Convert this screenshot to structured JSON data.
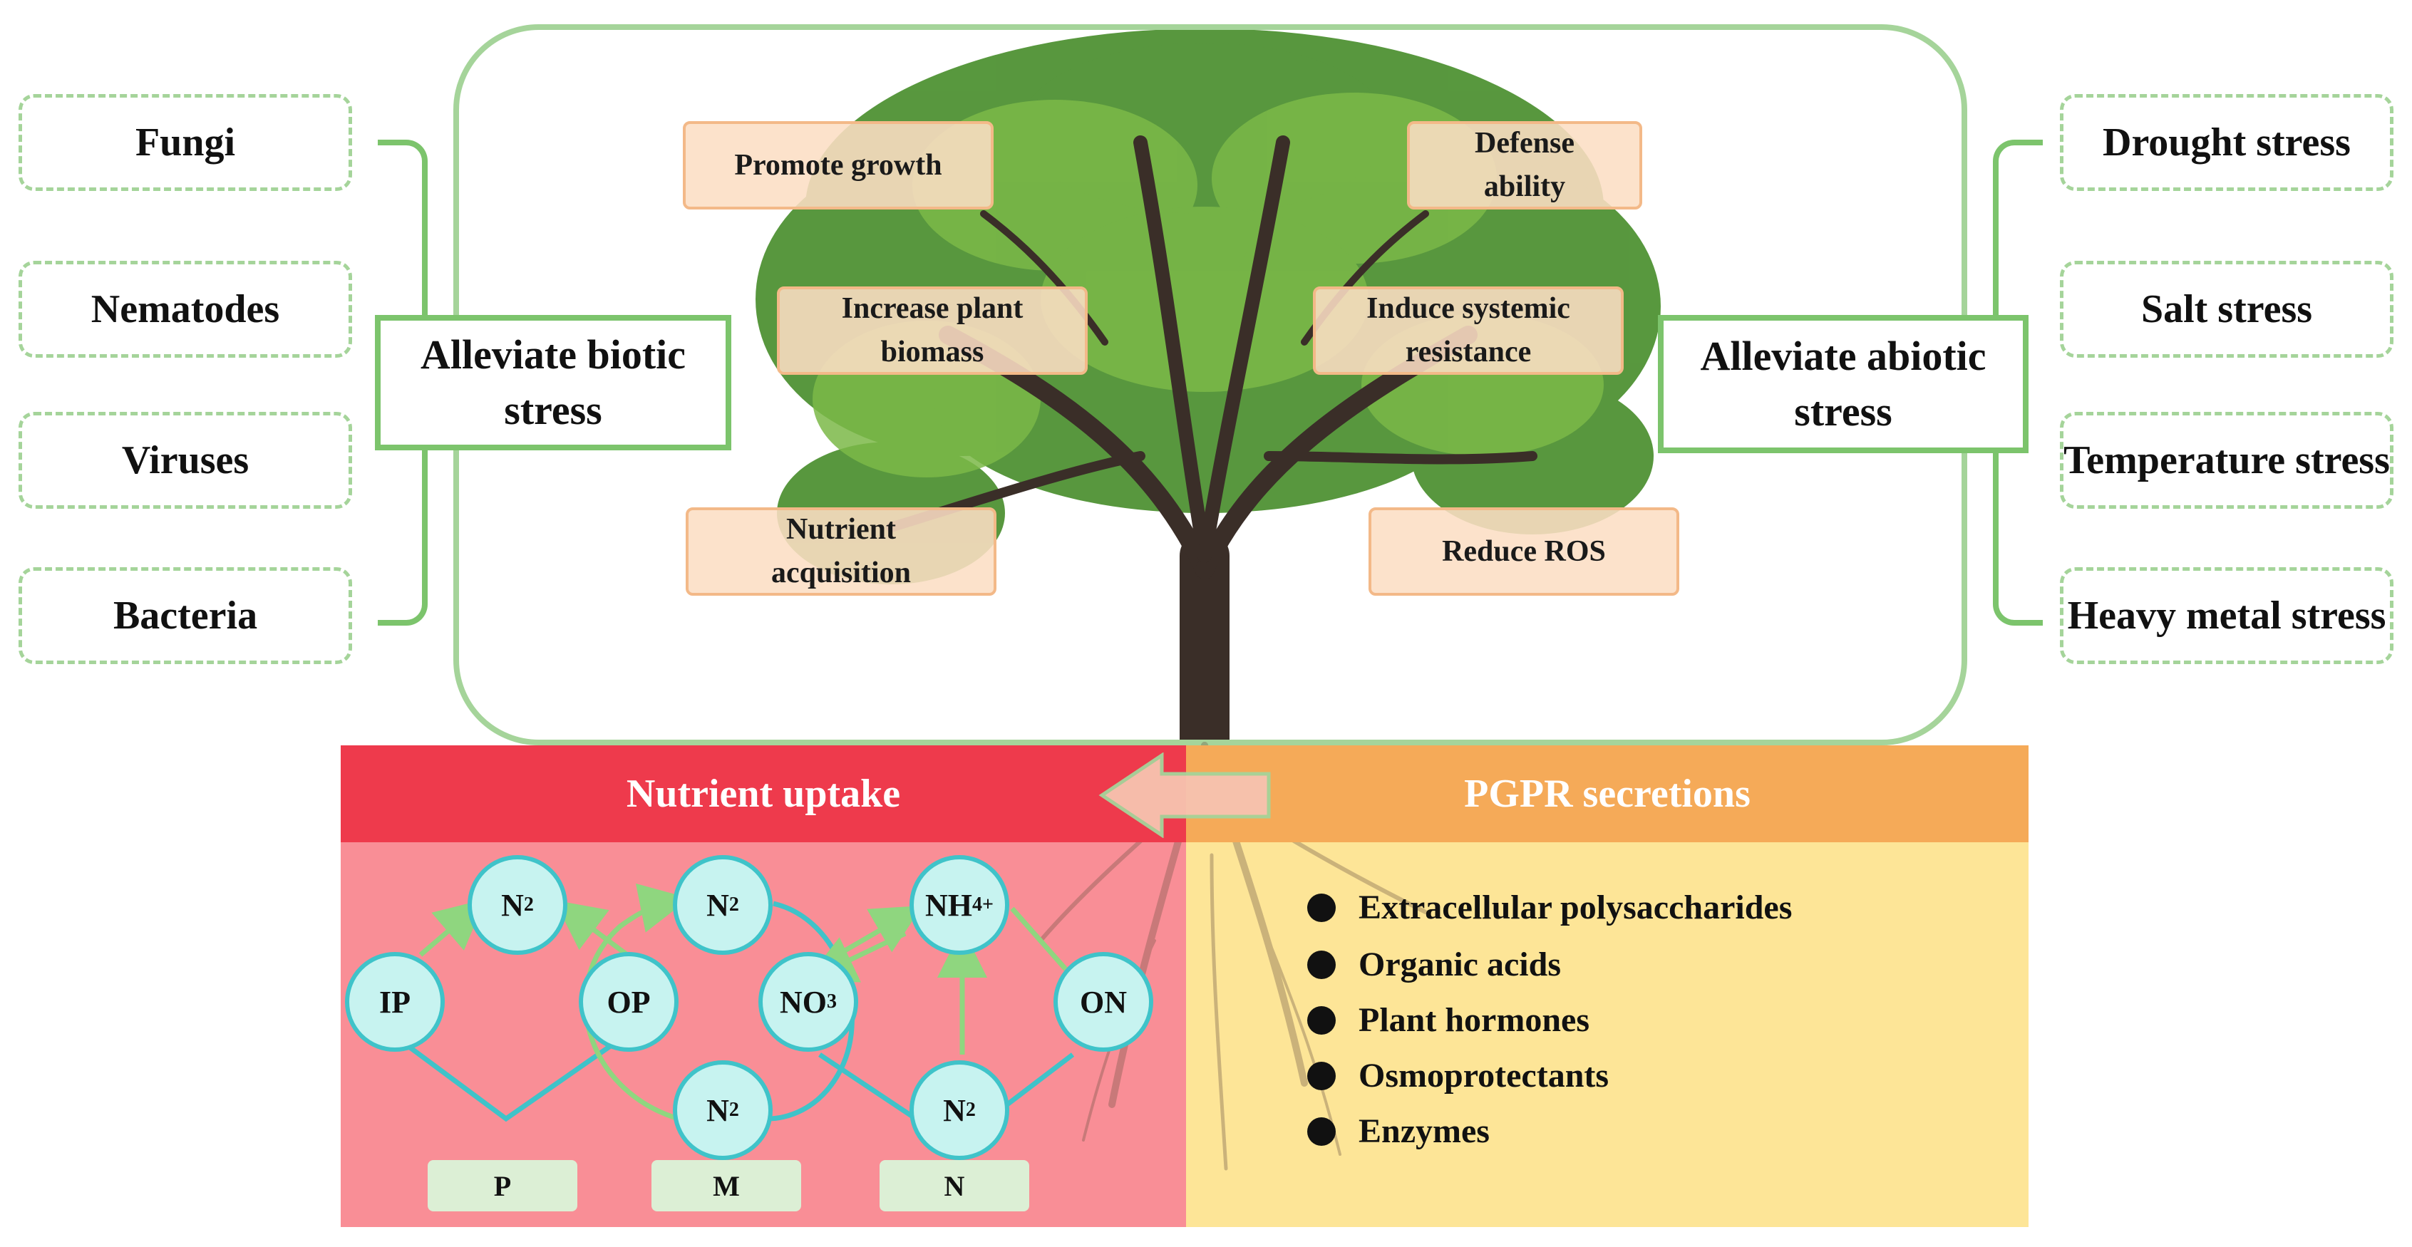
{
  "biotic": {
    "title": "Alleviate biotic stress",
    "items": [
      "Fungi",
      "Nematodes",
      "Viruses",
      "Bacteria"
    ]
  },
  "abiotic": {
    "title": "Alleviate abiotic stress",
    "items": [
      "Drought stress",
      "Salt stress",
      "Temperature stress",
      "Heavy metal stress"
    ]
  },
  "effects": {
    "promote_growth": "Promote growth",
    "defense_ability": "Defense ability",
    "increase_biomass": "Increase plant biomass",
    "induce_resistance": "Induce systemic resistance",
    "nutrient_acquisition": "Nutrient acquisition",
    "reduce_ros": "Reduce ROS"
  },
  "nutrient_uptake": {
    "title": "Nutrient uptake",
    "nodes": {
      "ip": "IP",
      "op": "OP",
      "on": "ON",
      "n2": "N",
      "n2_sub": "2",
      "no3": "NO",
      "no3_sub": "3",
      "nh4": "NH",
      "nh4_sub": "4",
      "nh4_sup": "+"
    },
    "labels": [
      "P",
      "M",
      "N"
    ]
  },
  "pgpr": {
    "title": "PGPR secretions",
    "items": [
      "Extracellular polysaccharides",
      "Organic acids",
      "Plant hormones",
      "Osmoprotectants",
      "Enzymes"
    ]
  },
  "colors": {
    "green_frame": "#a5d49a",
    "red_header": "#ee3a4c",
    "red_panel": "#f98e96",
    "orange_header": "#f5aa58",
    "yellow_panel": "#fde597",
    "node_fill": "#c7f3f0",
    "node_border": "#3fc3c9"
  }
}
